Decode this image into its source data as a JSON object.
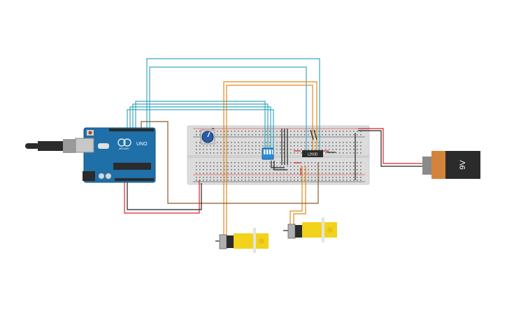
{
  "arduino": {
    "brand_label": "UNO",
    "subtitle_label": "ARDUINO"
  },
  "motor_driver": {
    "chip_label": "L293D"
  },
  "battery": {
    "voltage_label": "9V"
  },
  "colors": {
    "arduino_blue": "#1f6fa8",
    "breadboard": "#dcdcdc",
    "wire_teal": "#3aa8c0",
    "wire_orange": "#e08a1e",
    "wire_brown": "#8b5a2b",
    "wire_red": "#d9232d",
    "wire_black": "#222222",
    "motor_yellow": "#f2d21a",
    "battery_orange": "#d4833a",
    "battery_black": "#2b2b2b",
    "dip_switch_blue": "#2c8ad8"
  }
}
